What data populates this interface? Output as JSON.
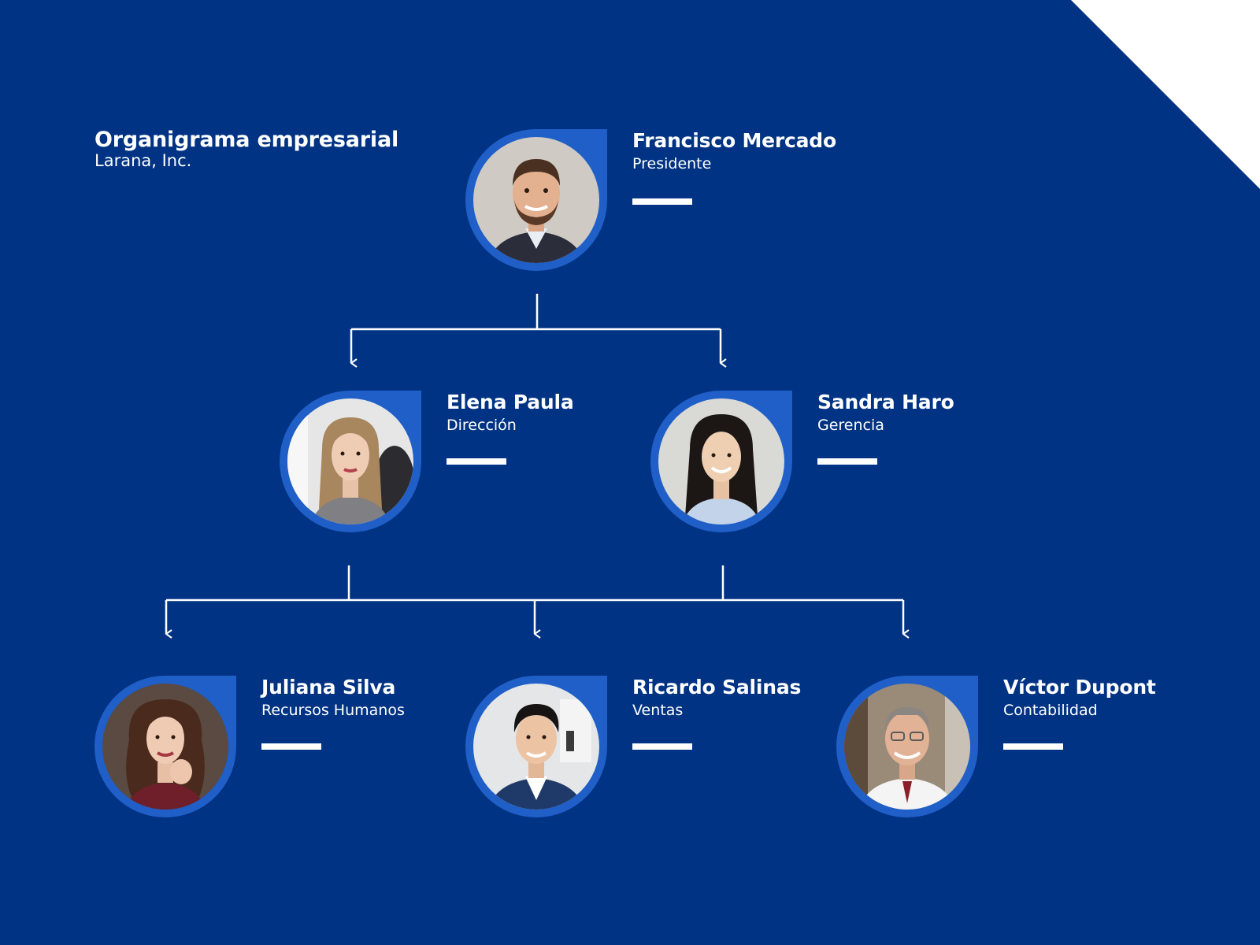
{
  "header": {
    "title": "Organigrama empresarial",
    "subtitle": "Larana, Inc."
  },
  "colors": {
    "background": "#003383",
    "ring": "#1f5fc7",
    "text": "#ffffff"
  },
  "nodes": [
    {
      "id": "francisco",
      "name": "Francisco Mercado",
      "role": "Presidente",
      "photo": "man-smiling-beard"
    },
    {
      "id": "elena",
      "name": "Elena Paula",
      "role": "Dirección",
      "photo": "woman-long-hair"
    },
    {
      "id": "sandra",
      "name": "Sandra Haro",
      "role": "Gerencia",
      "photo": "woman-dark-hair"
    },
    {
      "id": "juliana",
      "name": "Juliana Silva",
      "role": "Recursos Humanos",
      "photo": "woman-curly-hair"
    },
    {
      "id": "ricardo",
      "name": "Ricardo Salinas",
      "role": "Ventas",
      "photo": "man-suit"
    },
    {
      "id": "victor",
      "name": "Víctor Dupont",
      "role": "Contabilidad",
      "photo": "man-glasses"
    }
  ],
  "edges": [
    {
      "from": "francisco",
      "to": "elena"
    },
    {
      "from": "francisco",
      "to": "sandra"
    },
    {
      "from": "elena",
      "to": "juliana"
    },
    {
      "from": "elena",
      "to": "ricardo"
    },
    {
      "from": "sandra",
      "to": "ricardo"
    },
    {
      "from": "sandra",
      "to": "victor"
    }
  ]
}
